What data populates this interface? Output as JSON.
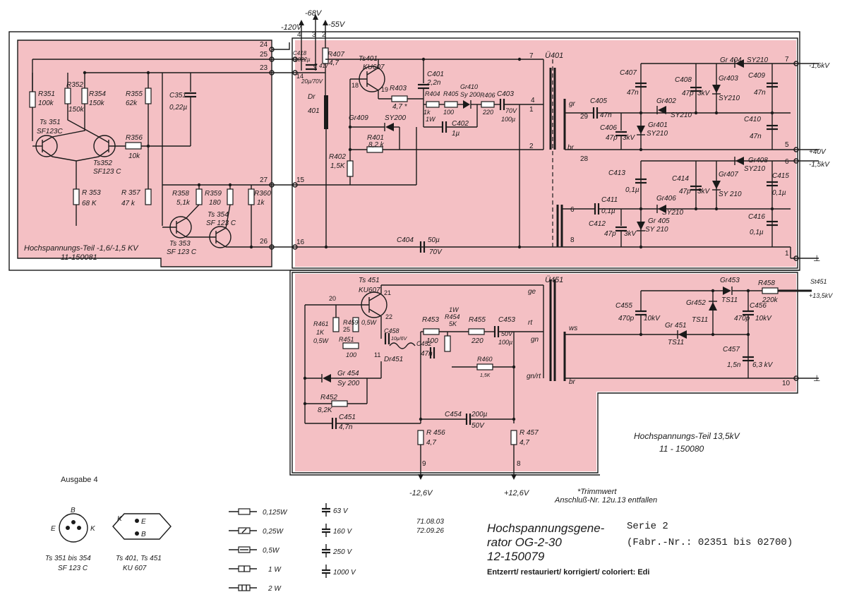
{
  "supply_pins": {
    "v_neg120": "-120V",
    "v_neg68": "-68V",
    "v_neg55": "-55V",
    "pin4": "4",
    "pin3": "3",
    "pin2": "2"
  },
  "module1": {
    "label": "Hochspannungs-Teil -1,6/-1,5 KV",
    "number": "11-150081",
    "terminals": [
      "24",
      "25",
      "23",
      "27",
      "26"
    ],
    "parts": {
      "r351": "R351",
      "r351v": "100k",
      "r352": "R352",
      "r352v": "150k",
      "r354": "R354",
      "r354v": "150k",
      "r355": "R355",
      "r355v": "62k",
      "c351": "C351",
      "c351v": "0,22µ",
      "ts351": "Ts 351",
      "ts351t": "SF123C",
      "ts352": "Ts352",
      "ts352t": "SF123 C",
      "r356": "R356",
      "r356v": "10k",
      "r353": "R 353",
      "r353v": "68 K",
      "r357": "R 357",
      "r357v": "47 k",
      "r358": "R358",
      "r358v": "5,1k",
      "r359": "R359",
      "r359v": "180",
      "r360": "R360",
      "r360v": "1k",
      "ts354": "Ts 354",
      "ts354t": "SF 123 C",
      "ts353": "Ts 353",
      "ts353t": "SF 123 C"
    }
  },
  "center": {
    "terminals": [
      "14",
      "15",
      "16"
    ],
    "c418": "C418",
    "c418v": "0,022µ",
    "c417": "C 417",
    "c417v": "20µ/70V",
    "r407": "R407",
    "r407v": "4,7",
    "dr": "Dr",
    "dr2": "401"
  },
  "module2": {
    "parts": {
      "ts401": "Ts401",
      "ts401t": "KU607",
      "n18": "18",
      "n19": "19",
      "r403": "R403",
      "r403v": "4,7 *",
      "c401": "C401",
      "c401v": "2,2n",
      "gr410": "Gr410",
      "gr410t": "Sy 200",
      "r404": "R404",
      "r404v": "1k",
      "r405": "R405",
      "r405v": "100",
      "r406": "R406",
      "r406v": "220",
      "c403": "C403",
      "c403v": "70V",
      "c403c": "100µ",
      "w1": "1W",
      "c402": "C402",
      "c402v": "1µ",
      "gr409": "Gr409",
      "gr409t": "SY200",
      "r401": "R401",
      "r401v": "8,2 k",
      "r402": "R402",
      "r402v": "1,5K",
      "c404": "C404",
      "c404v": "50µ",
      "c404vv": "70V",
      "u401": "Ü401",
      "t_pins": [
        "7",
        "4",
        "1",
        "2"
      ],
      "gr": "gr",
      "br": "br",
      "n29": "29",
      "n28": "28",
      "s6": "6",
      "s8": "8",
      "c405": "C405",
      "c405v": "47n",
      "c406": "C406",
      "c406v": "47p",
      "c406k": "3kV",
      "c407": "C407",
      "c407v": "47n",
      "c408": "C408",
      "c408v": "47p",
      "c408k": "3kV",
      "gr404": "Gr 404",
      "gr404t": "SY210",
      "gr403": "Gr403",
      "gr403t": "SY210",
      "c409": "C409",
      "c409v": "47n",
      "gr402": "Gr402",
      "gr402t": "SY210",
      "gr401": "Gr401",
      "gr401t": "SY210",
      "c410": "C410",
      "c410v": "47n",
      "gr408": "Gr408",
      "gr408t": "SY210",
      "c413": "C413",
      "c413v": "0,1µ",
      "c414": "C414",
      "c414v": "47p",
      "c414k": "3kV",
      "gr407": "Gr407",
      "gr407t": "SY 210",
      "c415": "C415",
      "c415v": "0,1µ",
      "c411": "C411",
      "c411v": "0,1µ",
      "gr406": "Gr406",
      "gr406t": "SY210",
      "c412": "C412",
      "c412v": "47p",
      "c412k": "3kV",
      "gr405": "Gr 405",
      "gr405t": "SY 210",
      "c416": "C416",
      "c416v": "0,1µ"
    },
    "outputs": [
      {
        "pin": "7",
        "label": "-1,6kV"
      },
      {
        "pin": "5",
        "label": "+40V"
      },
      {
        "pin": "6",
        "label": "-1,5kV"
      },
      {
        "pin": "1",
        "label": "⊥"
      }
    ]
  },
  "module3": {
    "label": "Hochspannungs-Teil 13,5kV",
    "number": "11 - 150080",
    "parts": {
      "ts451": "Ts 451",
      "ts451t": "KU607",
      "n20": "20",
      "n21": "21",
      "n22": "22",
      "n25": "25",
      "n11": "11",
      "r461": "R461",
      "r461v": "1K",
      "r461w": "0,5W",
      "r459": "R459",
      "r459w": "0,5W",
      "r451": "R451",
      "r451v": "100",
      "c458": "C458",
      "c458v": "10µ/6V",
      "dr451": "Dr451",
      "r453": "R453",
      "r453v": "100",
      "c452": "C452",
      "c452v": "47n",
      "r454": "R454",
      "r454w": "1W",
      "r454v": "5K",
      "r455": "R455",
      "r455v": "220",
      "c453": "C453",
      "c453v": "50V",
      "c453c": "100µ",
      "r460": "R460",
      "r460v": "1,5K",
      "gr454": "Gr 454",
      "gr454t": "Sy 200",
      "r452": "R452",
      "r452v": "8,2K",
      "c451": "C451",
      "c451v": "4,7n",
      "c454": "C454",
      "c454v": "200µ",
      "c454vv": "50V",
      "r456": "R 456",
      "r456v": "4,7",
      "r457": "R 457",
      "r457v": "4,7",
      "u451": "Ü451",
      "ge": "ge",
      "rt": "rt",
      "gn": "gn",
      "gnrt": "gn/rt",
      "ws": "ws",
      "br": "br",
      "c455": "C455",
      "c455v": "470p",
      "c455k": "10kV",
      "gr452": "Gr452",
      "gr452t": "TS11",
      "gr453": "Gr453",
      "gr453t": "TS11",
      "r458": "R458",
      "r458v": "220k",
      "c456": "C456",
      "c456v": "470p",
      "c456k": "10kV",
      "gr451": "Gr 451",
      "gr451t": "TS11",
      "c457": "C457",
      "c457v": "1,5n",
      "c457k": "6,3 kV",
      "st451": "St451",
      "st451v": "+13,5kV",
      "n10": "10",
      "gnd": "⊥"
    },
    "bottom": [
      {
        "pin": "9",
        "label": "-12,6V"
      },
      {
        "pin": "8",
        "label": "+12,6V"
      }
    ]
  },
  "legend": {
    "ausgabe": "Ausgabe 4",
    "footnote1": "*Trimmwert",
    "footnote2": "Anschluß-Nr. 12u.13 entfallen",
    "pin_e": "E",
    "pin_b": "B",
    "pin_k": "K",
    "ts_small": "Ts 351 bis 354",
    "ts_small_t": "SF 123 C",
    "ts_big": "Ts 401, Ts 451",
    "ts_big_t": "KU 607",
    "watts": [
      "0,125W",
      "0,25W",
      "0,5W",
      "1 W",
      "2 W"
    ],
    "volts": [
      "63 V",
      "160 V",
      "250 V",
      "1000 V"
    ],
    "dates": [
      "71.08.03",
      "72.09.26"
    ]
  },
  "title": {
    "line1": "Hochspannungsgene-",
    "line2": "rator OG-2-30",
    "line3": "12-150079",
    "series": "Serie 2",
    "fabr": "(Fabr.-Nr.: 02351 bis 02700)",
    "credit": "Entzerrt/ restauriert/ korrigiert/ coloriert: Edi"
  }
}
